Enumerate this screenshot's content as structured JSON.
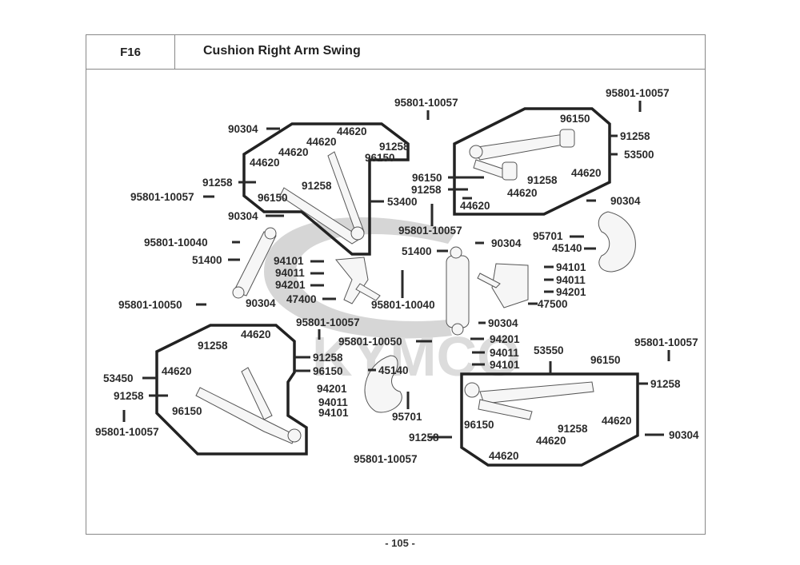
{
  "header": {
    "section_code": "F16",
    "title": "Cushion  Right Arm Swing"
  },
  "watermark": "KYMCO",
  "footer": {
    "page_number": "- 105 -"
  },
  "groups": [
    {
      "name": "upper-left-arm",
      "label": "53400"
    },
    {
      "name": "upper-right-arm",
      "label": "53500"
    },
    {
      "name": "lower-left-arm",
      "label": "53450"
    },
    {
      "name": "lower-right-arm",
      "label": "53550"
    }
  ],
  "callouts": [
    {
      "id": "c1",
      "text": "90304"
    },
    {
      "id": "c2",
      "text": "44620"
    },
    {
      "id": "c3",
      "text": "44620"
    },
    {
      "id": "c4",
      "text": "91258"
    },
    {
      "id": "c5",
      "text": "44620"
    },
    {
      "id": "c6",
      "text": "96150"
    },
    {
      "id": "c7",
      "text": "44620"
    },
    {
      "id": "c8",
      "text": "91258"
    },
    {
      "id": "c9",
      "text": "91258"
    },
    {
      "id": "c10",
      "text": "96150"
    },
    {
      "id": "c11",
      "text": "95801-10057"
    },
    {
      "id": "c12",
      "text": "53400"
    },
    {
      "id": "c13",
      "text": "90304"
    },
    {
      "id": "c14",
      "text": "95801-10040"
    },
    {
      "id": "c15",
      "text": "51400"
    },
    {
      "id": "c16",
      "text": "94101"
    },
    {
      "id": "c17",
      "text": "94011"
    },
    {
      "id": "c18",
      "text": "94201"
    },
    {
      "id": "c19",
      "text": "90304"
    },
    {
      "id": "c20",
      "text": "47400"
    },
    {
      "id": "c21",
      "text": "95801-10050"
    },
    {
      "id": "c22",
      "text": "95801-10057"
    },
    {
      "id": "c23",
      "text": "95801-10057"
    },
    {
      "id": "c24",
      "text": "96150"
    },
    {
      "id": "c25",
      "text": "91258"
    },
    {
      "id": "c26",
      "text": "53500"
    },
    {
      "id": "c27",
      "text": "44620"
    },
    {
      "id": "c28",
      "text": "91258"
    },
    {
      "id": "c29",
      "text": "44620"
    },
    {
      "id": "c30",
      "text": "96150"
    },
    {
      "id": "c31",
      "text": "91258"
    },
    {
      "id": "c32",
      "text": "44620"
    },
    {
      "id": "c33",
      "text": "90304"
    },
    {
      "id": "c34",
      "text": "95701"
    },
    {
      "id": "c35",
      "text": "45140"
    },
    {
      "id": "c36",
      "text": "95801-10057"
    },
    {
      "id": "c37",
      "text": "90304"
    },
    {
      "id": "c38",
      "text": "51400"
    },
    {
      "id": "c39",
      "text": "94101"
    },
    {
      "id": "c40",
      "text": "94011"
    },
    {
      "id": "c41",
      "text": "94201"
    },
    {
      "id": "c42",
      "text": "47500"
    },
    {
      "id": "c43",
      "text": "95801-10040"
    },
    {
      "id": "c44",
      "text": "90304"
    },
    {
      "id": "c45",
      "text": "95801-10057"
    },
    {
      "id": "c46",
      "text": "44620"
    },
    {
      "id": "c47",
      "text": "91258"
    },
    {
      "id": "c48",
      "text": "91258"
    },
    {
      "id": "c49",
      "text": "96150"
    },
    {
      "id": "c50",
      "text": "44620"
    },
    {
      "id": "c51",
      "text": "53450"
    },
    {
      "id": "c52",
      "text": "91258"
    },
    {
      "id": "c53",
      "text": "96150"
    },
    {
      "id": "c54",
      "text": "95801-10057"
    },
    {
      "id": "c55",
      "text": "94201"
    },
    {
      "id": "c56",
      "text": "94011"
    },
    {
      "id": "c57",
      "text": "94101"
    },
    {
      "id": "c58",
      "text": "95801-10050"
    },
    {
      "id": "c59",
      "text": "90304"
    },
    {
      "id": "c60",
      "text": "94201"
    },
    {
      "id": "c61",
      "text": "94011"
    },
    {
      "id": "c62",
      "text": "94101"
    },
    {
      "id": "c63",
      "text": "45140"
    },
    {
      "id": "c64",
      "text": "95701"
    },
    {
      "id": "c65",
      "text": "53550"
    },
    {
      "id": "c66",
      "text": "95801-10057"
    },
    {
      "id": "c67",
      "text": "96150"
    },
    {
      "id": "c68",
      "text": "91258"
    },
    {
      "id": "c69",
      "text": "91258"
    },
    {
      "id": "c70",
      "text": "44620"
    },
    {
      "id": "c71",
      "text": "44620"
    },
    {
      "id": "c72",
      "text": "96150"
    },
    {
      "id": "c73",
      "text": "91258"
    },
    {
      "id": "c74",
      "text": "44620"
    },
    {
      "id": "c75",
      "text": "95801-10057"
    },
    {
      "id": "c76",
      "text": "90304"
    }
  ]
}
